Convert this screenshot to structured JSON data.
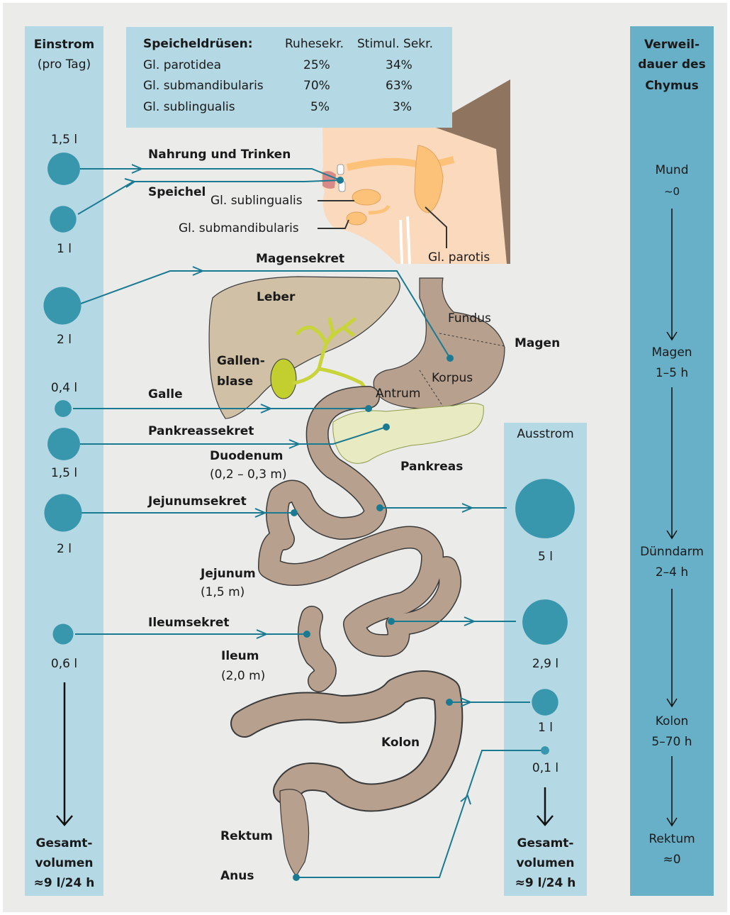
{
  "colors": {
    "background": "#ebebea",
    "panel_light": "#b4d8e4",
    "panel_dark": "#67b0c8",
    "bubble": "#3896ad",
    "arrow": "#1a7a92",
    "intestine": "#b7a08d",
    "intestine_outline": "#3a3a3a",
    "liver": "#cfc0a6",
    "bile": "#c8d43a",
    "pancreas": "#e8ebc2",
    "head_skin": "#fbd9bd",
    "hair": "#8f7460",
    "saliva_gland": "#fcc27a"
  },
  "inflow": {
    "header_title": "Einstrom",
    "header_sub": "(pro Tag)",
    "items": [
      {
        "volume": "1,5 l",
        "liters": 1.5,
        "label": "Nahrung und Trinken"
      },
      {
        "volume": "1 l",
        "liters": 1.0,
        "label": "Speichel"
      },
      {
        "volume": "2 l",
        "liters": 2.0,
        "label": "Magensekret"
      },
      {
        "volume": "0,4 l",
        "liters": 0.4,
        "label": "Galle"
      },
      {
        "volume": "1,5 l",
        "liters": 1.5,
        "label": "Pankreassekret"
      },
      {
        "volume": "2 l",
        "liters": 2.0,
        "label": "Jejunumsekret"
      },
      {
        "volume": "0,6 l",
        "liters": 0.6,
        "label": "Ileumsekret"
      }
    ],
    "total_line1": "Gesamt-",
    "total_line2": "volumen",
    "total_line3": "≈9 l/24 h"
  },
  "outflow": {
    "header": "Ausstrom",
    "items": [
      {
        "volume": "5 l",
        "liters": 5.0
      },
      {
        "volume": "2,9 l",
        "liters": 2.9
      },
      {
        "volume": "1 l",
        "liters": 1.0
      },
      {
        "volume": "0,1 l",
        "liters": 0.1
      }
    ],
    "total_line1": "Gesamt-",
    "total_line2": "volumen",
    "total_line3": "≈9 l/24 h"
  },
  "residence": {
    "header_line1": "Verweil-",
    "header_line2": "dauer des",
    "header_line3": "Chymus",
    "stages": [
      {
        "name": "Mund",
        "time": "~0"
      },
      {
        "name": "Magen",
        "time": "1–5 h"
      },
      {
        "name": "Dünndarm",
        "time": "2–4 h"
      },
      {
        "name": "Kolon",
        "time": "5–70 h"
      },
      {
        "name": "Rektum",
        "time": "≈0"
      }
    ]
  },
  "glands_table": {
    "title": "Speicheldrüsen:",
    "col_rest": "Ruhesekr.",
    "col_stim": "Stimul. Sekr.",
    "rows": [
      {
        "name": "Gl. parotidea",
        "rest": "25%",
        "stim": "34%"
      },
      {
        "name": "Gl. submandibularis",
        "rest": "70%",
        "stim": "63%"
      },
      {
        "name": "Gl. sublingualis",
        "rest": "5%",
        "stim": "3%"
      }
    ]
  },
  "organs": {
    "gl_sublingualis": "Gl. sublingualis",
    "gl_submandibularis": "Gl. submandibularis",
    "gl_parotis": "Gl. parotis",
    "leber": "Leber",
    "gallenblase_1": "Gallen-",
    "gallenblase_2": "blase",
    "fundus": "Fundus",
    "magen": "Magen",
    "korpus": "Korpus",
    "antrum": "Antrum",
    "duodenum": "Duodenum",
    "duodenum_len": "(0,2 – 0,3 m)",
    "pankreas": "Pankreas",
    "jejunum": "Jejunum",
    "jejunum_len": "(1,5 m)",
    "ileum": "Ileum",
    "ileum_len": "(2,0 m)",
    "kolon": "Kolon",
    "rektum": "Rektum",
    "anus": "Anus"
  }
}
